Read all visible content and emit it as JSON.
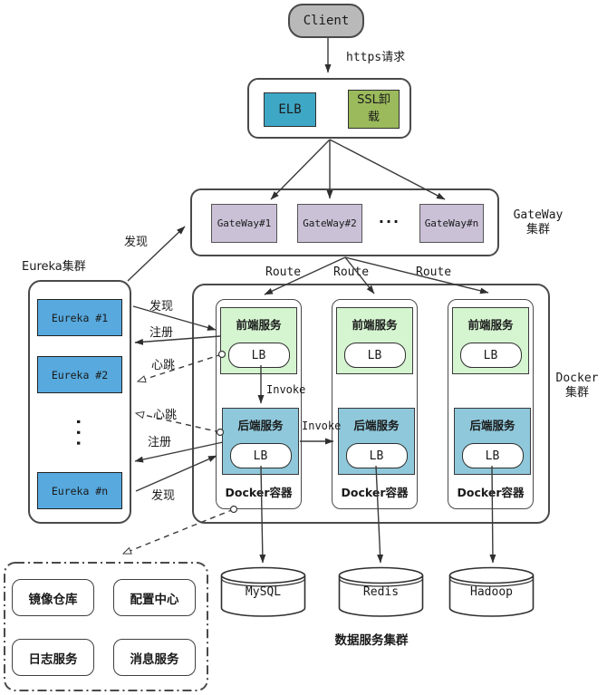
{
  "client": {
    "label": "Client"
  },
  "edges": {
    "https_request": "https请求",
    "route": [
      "Route",
      "Route",
      "Route"
    ],
    "discover_gateway": "发现",
    "discover_frontend": "发现",
    "register_frontend": "注册",
    "heartbeat_frontend": "心跳",
    "heartbeat_backend": "心跳",
    "register_backend": "注册",
    "discover_backend": "发现",
    "invoke_internal": "Invoke",
    "invoke_cross": "Invoke"
  },
  "load_balancer": {
    "elb": "ELB",
    "ssl_offload": "SSL卸载"
  },
  "gateway_cluster": {
    "label_line1": "GateWay",
    "label_line2": "集群",
    "nodes": [
      "GateWay#1",
      "GateWay#2",
      "GateWay#n"
    ],
    "ellipsis": "···"
  },
  "eureka_cluster": {
    "title": "Eureka集群",
    "nodes": [
      "Eureka #1",
      "Eureka #2",
      "Eureka #n"
    ],
    "ellipsis": "···"
  },
  "docker_cluster": {
    "label_line1": "Docker",
    "label_line2": "集群",
    "containers": [
      {
        "frontend": "前端服务",
        "frontend_lb": "LB",
        "backend": "后端服务",
        "backend_lb": "LB",
        "caption": "Docker容器"
      },
      {
        "frontend": "前端服务",
        "frontend_lb": "LB",
        "backend": "后端服务",
        "backend_lb": "LB",
        "caption": "Docker容器"
      },
      {
        "frontend": "前端服务",
        "frontend_lb": "LB",
        "backend": "后端服务",
        "backend_lb": "LB",
        "caption": "Docker容器"
      }
    ]
  },
  "data_cluster": {
    "title": "数据服务集群",
    "databases": [
      "MySQL",
      "Redis",
      "Hadoop"
    ]
  },
  "support_box": {
    "items": [
      "镜像仓库",
      "配置中心",
      "日志服务",
      "消息服务"
    ]
  },
  "colors": {
    "client_fill": "#b9b9b9",
    "elb_fill": "#3fa7c6",
    "ssl_fill": "#9bba5c",
    "gateway_fill": "#cac1d7",
    "eureka_fill": "#57a9de",
    "frontend_fill": "#d5f4d0",
    "backend_fill": "#8fc8db",
    "line": "#3a3a3a"
  }
}
